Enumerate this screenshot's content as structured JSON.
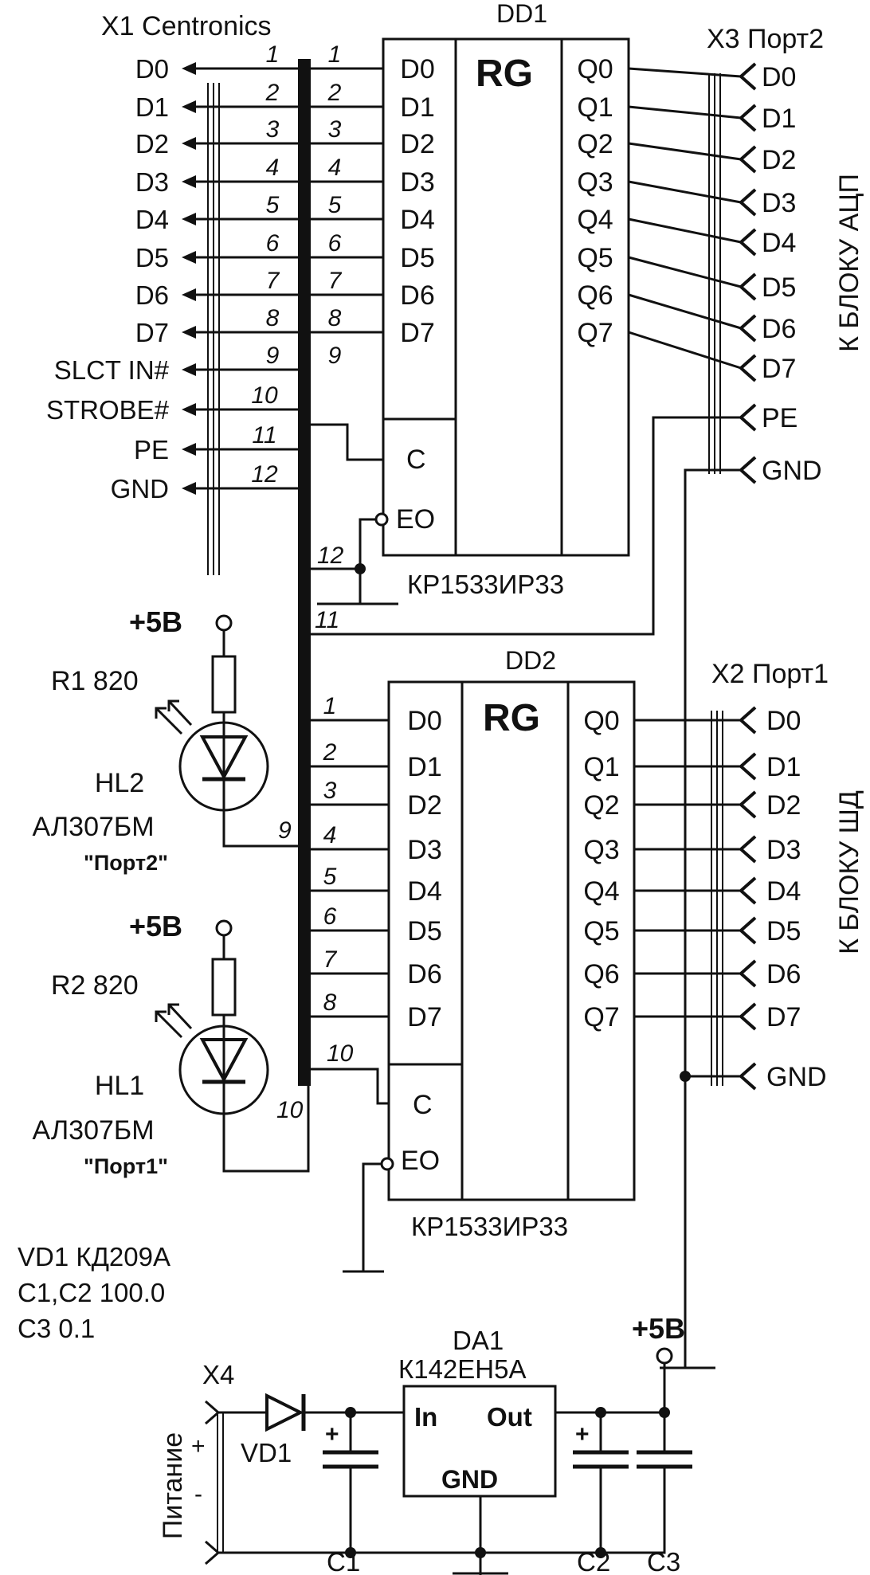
{
  "x1": {
    "title": "X1 Centronics",
    "signals": [
      "D0",
      "D1",
      "D2",
      "D3",
      "D4",
      "D5",
      "D6",
      "D7",
      "SLCT IN#",
      "STROBE#",
      "PE",
      "GND"
    ],
    "pins": [
      "1",
      "2",
      "3",
      "4",
      "5",
      "6",
      "7",
      "8",
      "9",
      "10",
      "11",
      "12"
    ]
  },
  "dd1": {
    "name": "DD1",
    "func": "RG",
    "part": "КР1533ИР33",
    "inputs": [
      "D0",
      "D1",
      "D2",
      "D3",
      "D4",
      "D5",
      "D6",
      "D7"
    ],
    "outputs": [
      "Q0",
      "Q1",
      "Q2",
      "Q3",
      "Q4",
      "Q5",
      "Q6",
      "Q7"
    ],
    "pin_c": "C",
    "pin_eo": "EO",
    "bus_pins": [
      "1",
      "2",
      "3",
      "4",
      "5",
      "6",
      "7",
      "8",
      "9"
    ],
    "gnd_pin": "12",
    "pe_pin": "11"
  },
  "x3": {
    "title": "X3 Порт2",
    "pins": [
      "D0",
      "D1",
      "D2",
      "D3",
      "D4",
      "D5",
      "D6",
      "D7",
      "PE",
      "GND"
    ],
    "side_label": "К БЛОКУ АЦП"
  },
  "dd2": {
    "name": "DD2",
    "func": "RG",
    "part": "КР1533ИР33",
    "inputs": [
      "D0",
      "D1",
      "D2",
      "D3",
      "D4",
      "D5",
      "D6",
      "D7"
    ],
    "outputs": [
      "Q0",
      "Q1",
      "Q2",
      "Q3",
      "Q4",
      "Q5",
      "Q6",
      "Q7"
    ],
    "pin_c": "C",
    "pin_eo": "EO",
    "bus_pins": [
      "1",
      "2",
      "3",
      "4",
      "5",
      "6",
      "7",
      "8"
    ],
    "strobe_pin": "10"
  },
  "x2": {
    "title": "X2 Порт1",
    "pins": [
      "D0",
      "D1",
      "D2",
      "D3",
      "D4",
      "D5",
      "D6",
      "D7",
      "GND"
    ],
    "side_label": "К БЛОКУ  ШД"
  },
  "led1": {
    "supply": "+5В",
    "resistor": "R1  820",
    "led": "HL2",
    "part": "АЛ307БМ",
    "caption": "\"Порт2\"",
    "bus_pin": "9"
  },
  "led2": {
    "supply": "+5В",
    "resistor": "R2  820",
    "led": "HL1",
    "part": "АЛ307БМ",
    "caption": "\"Порт1\"",
    "bus_pin": "10"
  },
  "notes": [
    "VD1 КД209А",
    "C1,C2 100.0",
    "C3 0.1"
  ],
  "power": {
    "connector": "X4",
    "side_label": "Питание",
    "plus": "+",
    "minus": "-",
    "diode": "VD1",
    "reg_name": "DA1",
    "reg_part": "К142ЕН5А",
    "reg_in": "In",
    "reg_out": "Out",
    "reg_gnd": "GND",
    "out_label": "+5В",
    "cap_plus": "+",
    "c1": "C1",
    "c2": "C2",
    "c3": "C3"
  }
}
